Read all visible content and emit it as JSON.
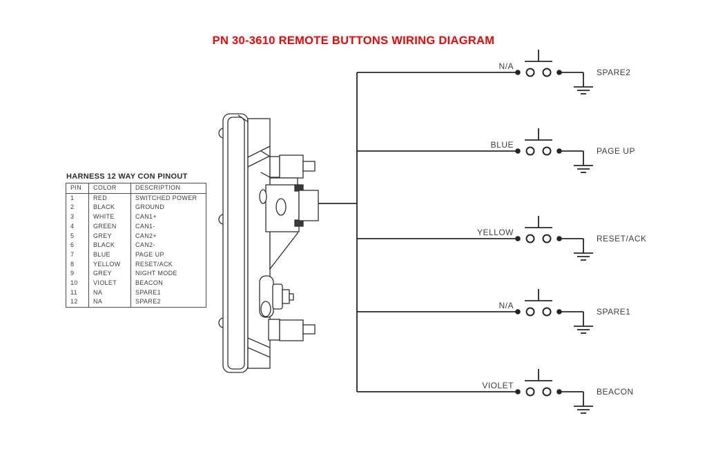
{
  "title": "PN 30-3610 REMOTE BUTTONS WIRING DIAGRAM",
  "colors": {
    "title_red": "#F00505",
    "line_black": "#242424",
    "text_gray": "#3D3D3D"
  },
  "pinout_table": {
    "title": "HARNESS 12 WAY CON PINOUT",
    "columns": [
      "PIN",
      "COLOR",
      "DESCRIPTION"
    ],
    "rows": [
      [
        "1",
        "RED",
        "SWITCHED POWER"
      ],
      [
        "2",
        "BLACK",
        "GROUND"
      ],
      [
        "3",
        "WHITE",
        "CAN1+"
      ],
      [
        "4",
        "GREEN",
        "CAN1-"
      ],
      [
        "5",
        "GREY",
        "CAN2+"
      ],
      [
        "6",
        "BLACK",
        "CAN2-"
      ],
      [
        "7",
        "BLUE",
        "PAGE UP"
      ],
      [
        "8",
        "YELLOW",
        "RESET/ACK"
      ],
      [
        "9",
        "GREY",
        "NIGHT MODE"
      ],
      [
        "10",
        "VIOLET",
        "BEACON"
      ],
      [
        "11",
        "NA",
        "SPARE1"
      ],
      [
        "12",
        "NA",
        "SPARE2"
      ]
    ]
  },
  "circuits": [
    {
      "wire_label": "N/A",
      "button_label": "SPARE2"
    },
    {
      "wire_label": "BLUE",
      "button_label": "PAGE UP"
    },
    {
      "wire_label": "YELLOW",
      "button_label": "RESET/ACK"
    },
    {
      "wire_label": "N/A",
      "button_label": "SPARE1"
    },
    {
      "wire_label": "VIOLET",
      "button_label": "BEACON"
    }
  ]
}
